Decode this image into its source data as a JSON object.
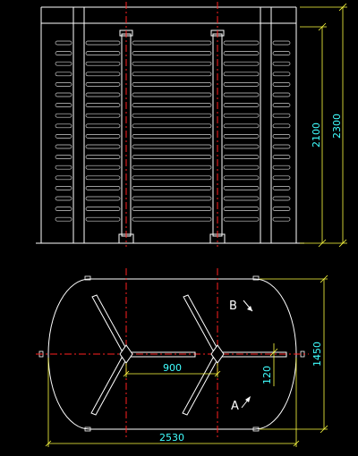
{
  "front_view": {
    "dim_inner_height": "2100",
    "dim_outer_height": "2300"
  },
  "plan_view": {
    "dim_spacing": "900",
    "dim_offset": "120",
    "dim_depth": "1450",
    "dim_width": "2530",
    "label_b": "B",
    "label_a": "A"
  },
  "colors": {
    "background": "#000000",
    "line": "#ffffff",
    "centerline": "#ff2020",
    "dimension": "#ffff40",
    "dim_text": "#40ffff",
    "hatch": "#c0c0c0"
  }
}
